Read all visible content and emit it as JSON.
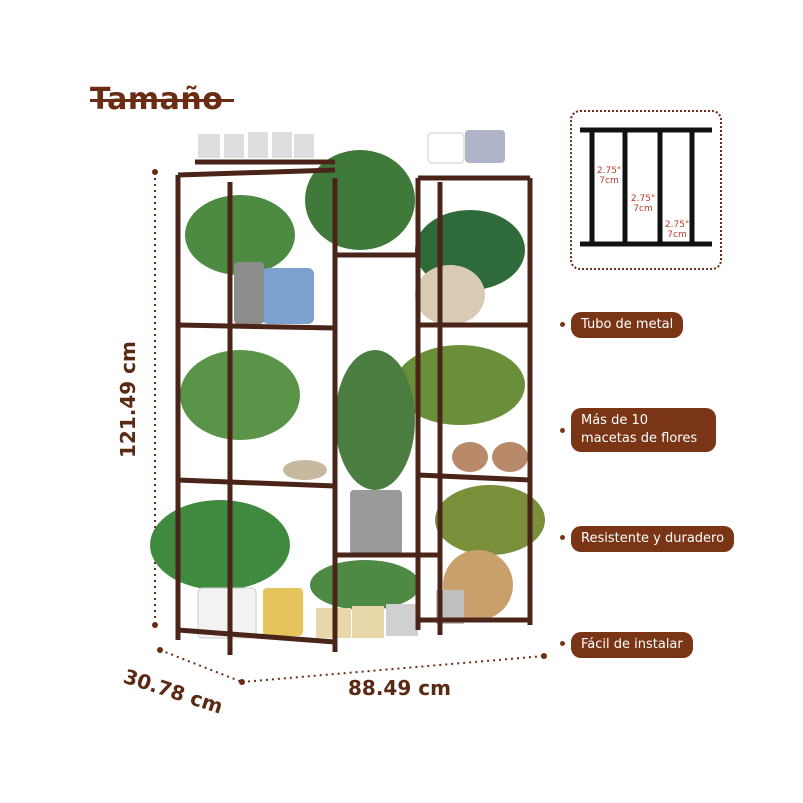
{
  "title": "Tamaño",
  "dimensions": {
    "height": "121.49 cm",
    "width": "88.49 cm",
    "depth": "30.78 cm"
  },
  "inset": {
    "spacing_labels": [
      {
        "inch": "2.75\"",
        "cm": "7cm"
      },
      {
        "inch": "2.75\"",
        "cm": "7cm"
      },
      {
        "inch": "2.75\"",
        "cm": "7cm"
      }
    ]
  },
  "features": [
    "Tubo de metal",
    "Más de 10 macetas de flores",
    "Resistente y duradero",
    "Fácil de instalar"
  ],
  "colors": {
    "brand": "#7a3516",
    "frame": "#4a2418",
    "accent_red": "#c0392b"
  }
}
